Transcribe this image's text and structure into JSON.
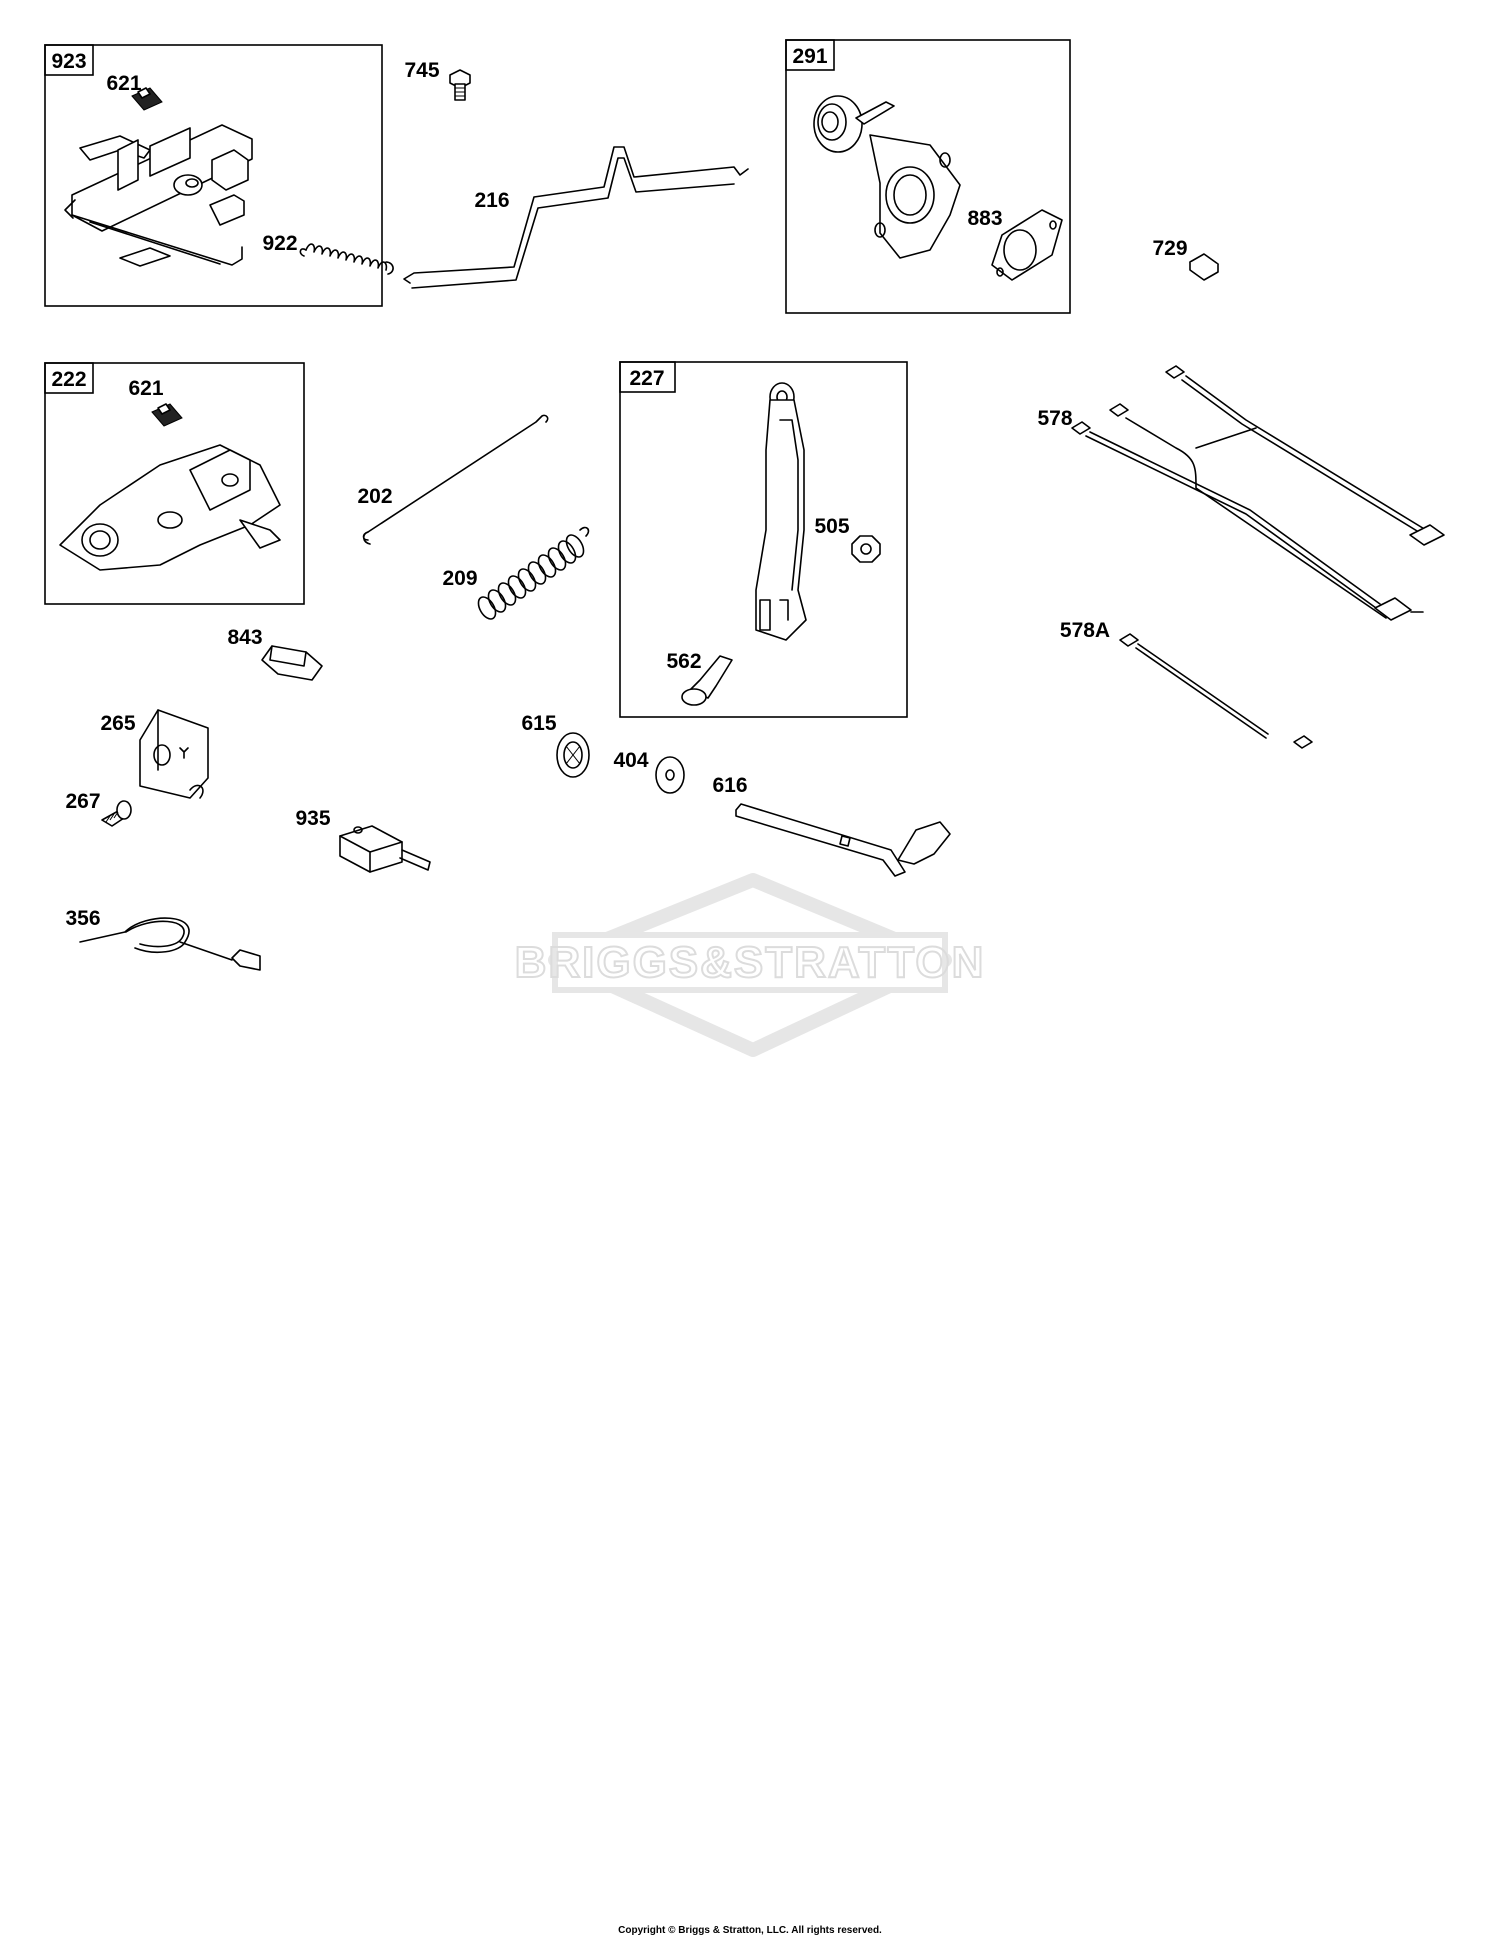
{
  "diagram": {
    "boxes": [
      {
        "id": "923",
        "label": "923"
      },
      {
        "id": "222",
        "label": "222"
      },
      {
        "id": "291",
        "label": "291"
      },
      {
        "id": "227",
        "label": "227"
      }
    ],
    "part_labels": {
      "p621a": "621",
      "p922": "922",
      "p745": "745",
      "p216": "216",
      "p883": "883",
      "p729": "729",
      "p621b": "621",
      "p202": "202",
      "p209": "209",
      "p505": "505",
      "p562": "562",
      "p578": "578",
      "p578A": "578A",
      "p843": "843",
      "p265": "265",
      "p267": "267",
      "p615": "615",
      "p404": "404",
      "p616": "616",
      "p935": "935",
      "p356": "356"
    },
    "watermark": "BRIGGS&STRATTON",
    "copyright": "Copyright © Briggs & Stratton, LLC. All rights reserved."
  }
}
